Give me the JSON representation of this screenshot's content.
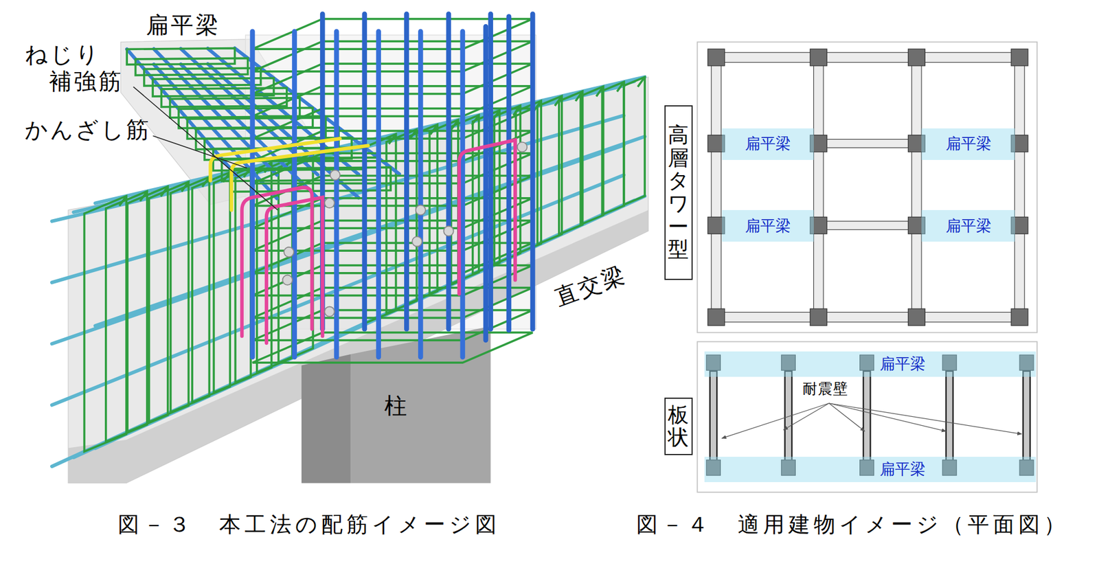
{
  "diagram": {
    "nodes": [
      {
        "text": [
          "高層タワー型"
        ]
      },
      {
        "text": [
          "扁平梁"
        ]
      },
      {
        "text": [
          "扁平梁"
        ]
      },
      {
        "text": [
          "扁平梁"
        ]
      },
      {
        "text": [
          "扁平梁"
        ]
      },
      {
        "text": [
          "板状"
        ]
      },
      {
        "text": [
          "扁平梁"
        ]
      },
      {
        "text": [
          "扁平梁"
        ]
      }
    ],
    "labels": [
      "扁平梁",
      "ねじり 補強筋",
      "かんざし筋",
      "直交梁",
      "柱",
      "耐震壁",
      "図－３　本工法の配筋イメージ図",
      "図－４　適用建物イメージ（平面図）"
    ]
  }
}
